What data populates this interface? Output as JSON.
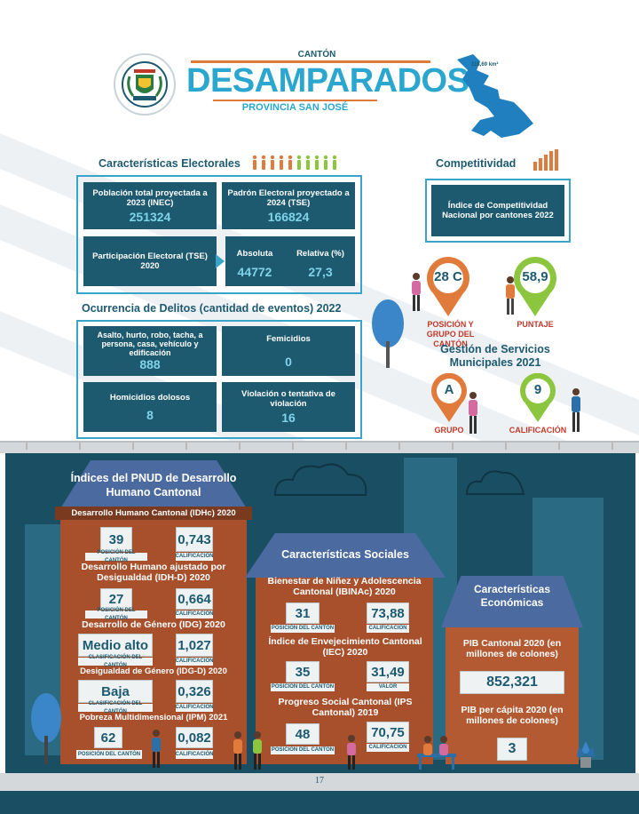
{
  "header": {
    "canton_label": "CANTÓN",
    "title": "DESAMPARADOS",
    "province": "PROVINCIA SAN JOSÉ",
    "area": "118,69 km²"
  },
  "colors": {
    "teal": "#1d5a70",
    "accent_orange": "#e07b3c",
    "accent_green": "#8cc63f",
    "brick": "#a8502c",
    "sky_dark": "#1a4f63"
  },
  "electoral": {
    "title": "Características Electorales",
    "population_label": "Población total proyectada a 2023 (INEC)",
    "population_value": "251324",
    "padron_label": "Padrón Electoral proyectado a 2024 (TSE)",
    "padron_value": "166824",
    "participation_label": "Participación Electoral (TSE) 2020",
    "absolute_label": "Absoluta",
    "absolute_value": "44772",
    "relative_label": "Relativa (%)",
    "relative_value": "27,3"
  },
  "crimes": {
    "title": "Ocurrencia de Delitos (cantidad de eventos) 2022",
    "assault_label": "Asalto, hurto, robo, tacha, a persona, casa, vehículo y edificación",
    "assault_value": "888",
    "femicide_label": "Femicidios",
    "femicide_value": "0",
    "homicide_label": "Homicidios dolosos",
    "homicide_value": "8",
    "rape_label": "Violación o tentativa de violación",
    "rape_value": "16"
  },
  "competitiveness": {
    "title": "Competitividad",
    "index_label": "Índice de Competitividad Nacional por cantones 2022",
    "position_value": "28 C",
    "position_label": "POSICIÓN Y GRUPO DEL CANTÓN",
    "score_value": "58,9",
    "score_label": "PUNTAJE"
  },
  "municipal": {
    "title": "Gestión de Servicios Municipales 2021",
    "group_value": "A",
    "group_label": "GRUPO",
    "rating_value": "9",
    "rating_label": "CALIFICACIÓN"
  },
  "pnud": {
    "title": "Índices del PNUD de Desarrollo Humano Cantonal",
    "idhc_label": "Desarrollo Humano Cantonal (IDHc) 2020",
    "idhc_pos": "39",
    "idhc_pos_cap": "POSICIÓN DEL CANTÓN",
    "idhc_val": "0,743",
    "idhc_val_cap": "CALIFICACIÓN",
    "idhd_label": "Desarrollo Humano ajustado por Desigualdad (IDH-D) 2020",
    "idhd_pos": "27",
    "idhd_pos_cap": "POSICIÓN DEL CANTÓN",
    "idhd_val": "0,664",
    "idhd_val_cap": "CALIFICACIÓN",
    "idg_label": "Desarrollo de Género (IDG) 2020",
    "idg_pos": "Medio alto",
    "idg_pos_cap": "CLASIFICACIÓN DEL CANTÓN",
    "idg_val": "1,027",
    "idg_val_cap": "CALIFICACIÓN",
    "idgd_label": "Desigualdad de Género (IDG-D) 2020",
    "idgd_pos": "Baja",
    "idgd_pos_cap": "CLASIFICACIÓN DEL CANTÓN",
    "idgd_val": "0,326",
    "idgd_val_cap": "CALIFICACIÓN",
    "ipm_label": "Pobreza Multidimensional (IPM) 2021",
    "ipm_pos": "62",
    "ipm_pos_cap": "POSICIÓN DEL CANTÓN",
    "ipm_val": "0,082",
    "ipm_val_cap": "CALIFICACIÓN"
  },
  "social": {
    "title": "Características Sociales",
    "ibinac_label": "Bienestar de Niñez y Adolescencia Cantonal (IBINAc) 2020",
    "ibinac_pos": "31",
    "ibinac_pos_cap": "POSICIÓN DEL CANTÓN",
    "ibinac_val": "73,88",
    "ibinac_val_cap": "CALIFICACIÓN",
    "iec_label": "Índice de Envejecimiento Cantonal (IEC) 2020",
    "iec_pos": "35",
    "iec_pos_cap": "POSICIÓN DEL CANTÓN",
    "iec_val": "31,49",
    "iec_val_cap": "VALOR",
    "ips_label": "Progreso Social Cantonal (IPS Cantonal) 2019",
    "ips_pos": "48",
    "ips_pos_cap": "POSICIÓN DEL CANTÓN",
    "ips_val": "70,75",
    "ips_val_cap": "CALIFICACIÓN"
  },
  "economic": {
    "title": "Características Económicas",
    "pib_label": "PIB Cantonal 2020 (en millones de colones)",
    "pib_value": "852,321",
    "pibpc_label": "PIB per cápita 2020 (en millones de colones)",
    "pibpc_value": "3"
  },
  "footer": {
    "page_number": "17"
  }
}
